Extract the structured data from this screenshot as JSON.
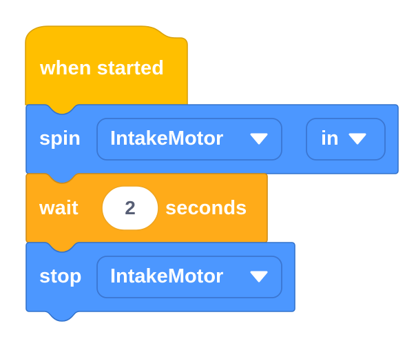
{
  "workspace": {
    "name": "block-program-workspace",
    "background_color": "#FFFFFF"
  },
  "palette": {
    "event_orange": "#FFBF00",
    "event_orange_stroke": "#CC9900",
    "control_orange": "#FFAB19",
    "control_orange_stroke": "#CF8B17",
    "motion_blue": "#4C97FF",
    "motion_blue_stroke": "#3373CC",
    "field_stroke": "#3B76D1",
    "text_white": "#FFFFFF",
    "number_text": "#575E75",
    "number_field_fill": "#FFFFFF",
    "number_field_stroke": "#EFA520"
  },
  "script": {
    "name": "intake-motor-script",
    "blocks": [
      {
        "id": "when-started",
        "kind": "hat",
        "category": "event",
        "label": "when started",
        "fields": []
      },
      {
        "id": "spin",
        "kind": "stack",
        "category": "motion",
        "label": "spin",
        "fields": [
          {
            "id": "spin-motor-dropdown",
            "type": "dropdown",
            "value": "IntakeMotor",
            "icon": "chevron-down-icon"
          },
          {
            "id": "spin-direction-dropdown",
            "type": "dropdown",
            "value": "in",
            "icon": "chevron-down-icon"
          }
        ]
      },
      {
        "id": "wait",
        "kind": "stack",
        "category": "control",
        "label": "wait",
        "label_after": "seconds",
        "fields": [
          {
            "id": "wait-seconds-input",
            "type": "number",
            "value": "2"
          }
        ]
      },
      {
        "id": "stop",
        "kind": "stack",
        "category": "motion",
        "label": "stop",
        "fields": [
          {
            "id": "stop-motor-dropdown",
            "type": "dropdown",
            "value": "IntakeMotor",
            "icon": "chevron-down-icon"
          }
        ]
      }
    ]
  }
}
